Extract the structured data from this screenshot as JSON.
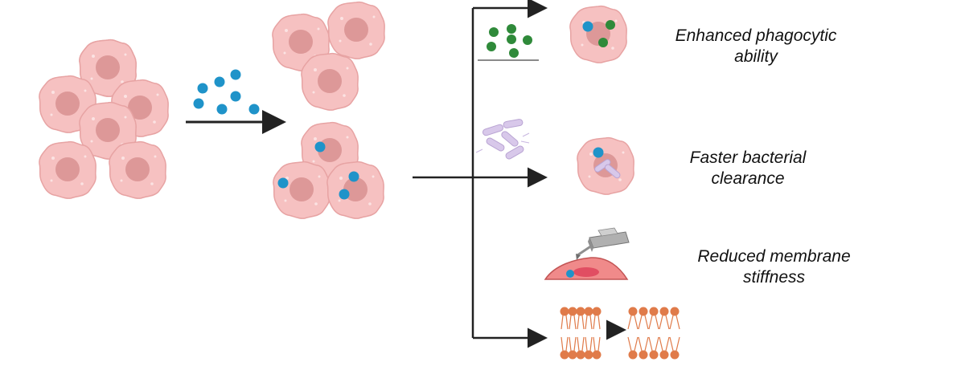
{
  "outcomes": [
    {
      "label": "Enhanced phagocytic\nability"
    },
    {
      "label": "Faster bacterial\nclearance"
    },
    {
      "label": "Reduced membrane\nstiffness"
    }
  ],
  "colors": {
    "cell_fill": "#f6c1c1",
    "cell_stroke": "#e7a3a3",
    "nucleus": "#dd9898",
    "nanoparticle": "#1f93c9",
    "green_particle": "#2f8a3a",
    "bacteria": "#d8c8ea",
    "lipid_head": "#e07b4a",
    "arrow": "#222222",
    "probe": "#8f8f8f"
  },
  "icons": [
    "macrophage-cell-icon",
    "nanoparticle-icon",
    "green-bead-icon",
    "bacteria-icon",
    "afm-probe-icon",
    "lipid-bilayer-icon"
  ]
}
